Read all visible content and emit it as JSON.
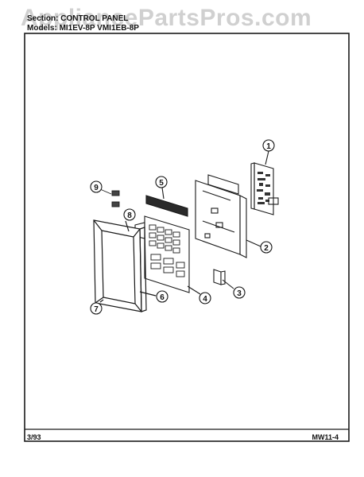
{
  "watermark": "AppliancePartsPros.com",
  "header": {
    "section_label": "Section:",
    "section_value": "CONTROL PANEL",
    "models_label": "Models:",
    "models_value": "MI1EV-8P  VMI1EB-8P"
  },
  "footer": {
    "date": "3/93",
    "page_code": "MW11-4"
  },
  "callouts": [
    "1",
    "2",
    "3",
    "4",
    "5",
    "6",
    "7",
    "8",
    "9"
  ],
  "parts_diagram": {
    "line_color": "#1a1a1a",
    "callout_color": "#111111"
  }
}
